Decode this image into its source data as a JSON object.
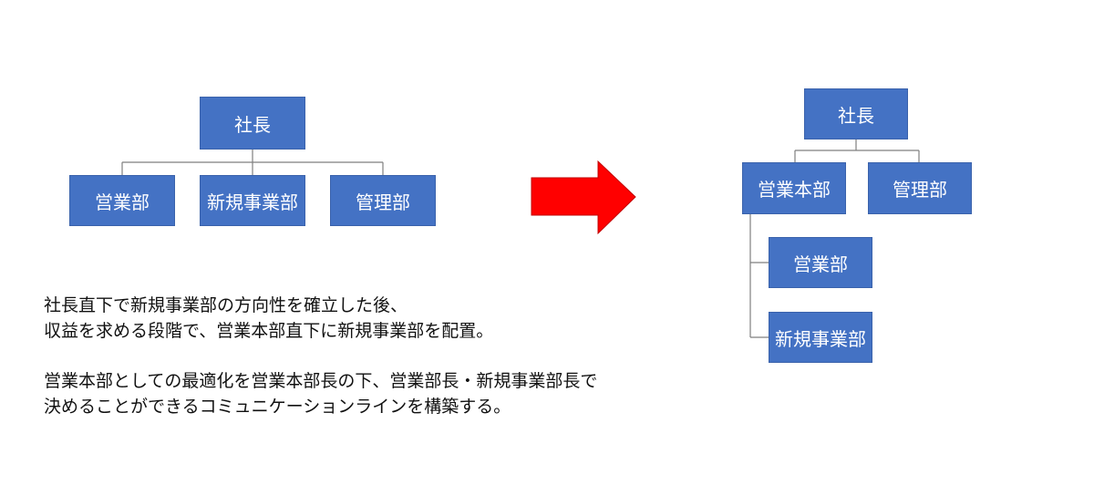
{
  "before_chart": {
    "president": "社長",
    "departments": [
      "営業部",
      "新規事業部",
      "管理部"
    ]
  },
  "after_chart": {
    "president": "社長",
    "sales_hq": "営業本部",
    "admin": "管理部",
    "sales_hq_children": [
      "営業部",
      "新規事業部"
    ]
  },
  "arrow_color": "#ff0000",
  "box_color": "#4472c4",
  "description": {
    "paragraph1": [
      "社長直下で新規事業部の方向性を確立した後、",
      "収益を求める段階で、営業本部直下に新規事業部を配置。"
    ],
    "paragraph2": [
      "営業本部としての最適化を営業本部長の下、営業部長・新規事業部長で",
      "決めることができるコミュニケーションラインを構築する。"
    ]
  }
}
